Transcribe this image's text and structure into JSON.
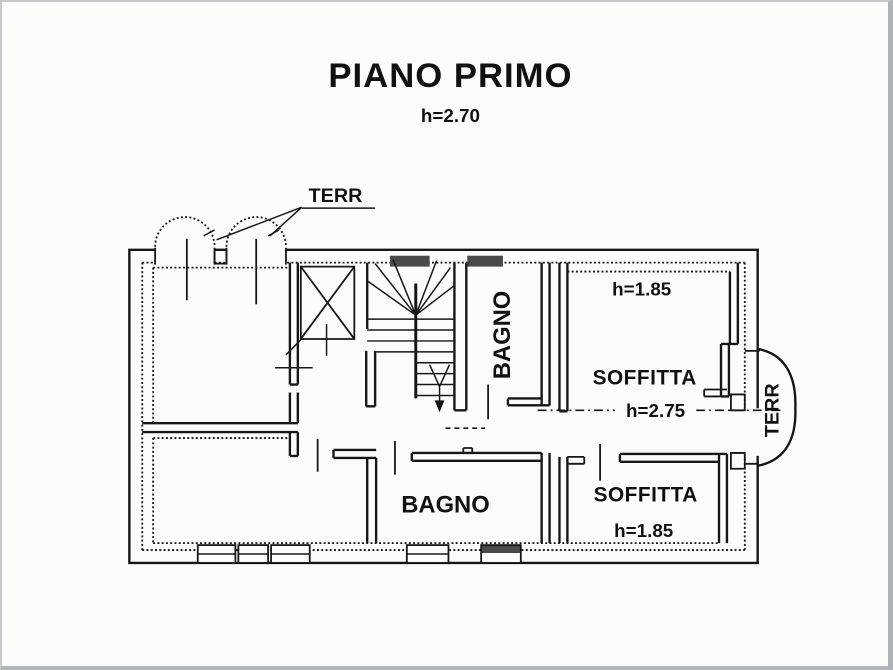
{
  "colors": {
    "ink": "#161616",
    "paper": "#fcfcfc",
    "frame_edge": "#aeb2b6",
    "dark_fill": "#4a4a4a"
  },
  "header": {
    "title": "PIANO PRIMO",
    "height_note": "h=2.70"
  },
  "plan": {
    "terrace_top": {
      "label": "TERR"
    },
    "terrace_right": {
      "label": "TERR"
    },
    "bathroom_upper": {
      "label": "BAGNO"
    },
    "bathroom_lower": {
      "label": "BAGNO"
    },
    "attic_upper": {
      "label": "SOFFITTA",
      "height": "h=1.85"
    },
    "attic_lower": {
      "label": "SOFFITTA",
      "height": "h=1.85"
    },
    "corridor": {
      "height": "h=2.75"
    }
  }
}
